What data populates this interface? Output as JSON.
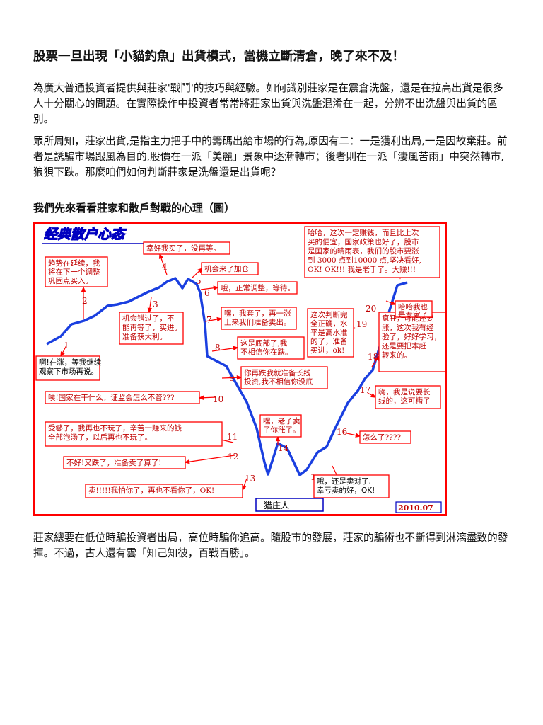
{
  "title": "股票一旦出現「小貓釣魚」出貨模式，當機立斷清倉，晚了來不及！",
  "paragraphs": {
    "p1": "為廣大普通投資者提供與莊家'戰鬥'的技巧與經驗。如何識別莊家是在震倉洗盤，還是在拉高出貨是很多人十分關心的問題。在實際操作中投資者常常將莊家出貨與洗盤混淆在一起，分辨不出洗盤與出貨的區別。",
    "p2": "眾所周知，莊家出貨,是指主力把手中的籌碼出給市場的行為,原因有二：一是獲利出局,一是因故棄莊。前者是誘騙市場跟風為目的,股價在一派「美麗」景象中逐漸轉市；後者則在一派「淒風苦雨」中突然轉市,狼狽下跌。那麼咱們如何判斷莊家是洗盤還是出貨呢？",
    "subtitle": "我們先來看看莊家和散戶對戰的心理（圖）",
    "p3": "莊家總要在低位時騙投資者出局，高位時騙你追高。隨股市的發展，莊家的騙術也不斷得到淋漓盡致的發揮。不過，古人還有雲「知己知彼，百戰百勝」。"
  },
  "figure": {
    "heading": "经典散户心态",
    "hunter": "猎庄人",
    "date": "2010.07",
    "colors": {
      "frame": "#ff0000",
      "curve": "#1a3fe0",
      "box": "#ff0000",
      "heading": "#0000c0"
    },
    "numbers": [
      "1",
      "2",
      "3",
      "4",
      "5",
      "6",
      "7",
      "8",
      "9",
      "10",
      "11",
      "12",
      "13",
      "14",
      "15",
      "16",
      "17",
      "18",
      "19",
      "20"
    ],
    "notes": {
      "n_trend": [
        "趋势在延续，我",
        "将在下一个调整",
        "巩固点买入。"
      ],
      "n_watch": [
        "啊!在涨，等我继续",
        "观察下市场再说。"
      ],
      "n_glad": [
        "幸好我买了，没再等。"
      ],
      "n_missed": [
        "机会错过了，不",
        "能再等了，买进。",
        "准备获大利。"
      ],
      "n_chance": [
        "机会来了加仓"
      ],
      "n_normal": [
        "哦，正常调整，等待。"
      ],
      "n_rise": [
        "嘿，我套了，再一涨",
        "上来我们准备卖出。"
      ],
      "n_bottom": [
        "这是底部了,我",
        "不相信你在跌。"
      ],
      "n_dip": [
        "你再跌我就准备长线",
        "投资,我不相信你没底"
      ],
      "n_csrc": [
        "唉!国家在干什么，证监会怎么不管???"
      ],
      "n_fed": [
        "受够了，我再也不玩了，辛苦一赚来的钱",
        "全部泡汤了，以后再也不玩了。"
      ],
      "n_sell": [
        "不好!又跌了，准备卖了算了!"
      ],
      "n_sold": [
        "卖!!!!!我怕你了，再也不看你了，OK!"
      ],
      "n_hey": [
        "嘿，老子卖",
        "了你涨了。"
      ],
      "n_oh": [
        "哦，还是卖对了,",
        "幸亏卖的好，OK!"
      ],
      "n_what": [
        "怎么了????"
      ],
      "n_ha": [
        "嗨，我是说要长",
        "线的，这可糟了"
      ],
      "n_crazy": [
        "疯狂，可能还要",
        "涨，这次我有经",
        "验了，好好学习，",
        "还是要把本赶",
        "转来的。"
      ],
      "n_judge": [
        "这次判断完",
        "全正确，水",
        "平是高水准",
        "的了，准备",
        "买进，ok!"
      ],
      "n_expert": [
        "哈哈我也",
        "是专家了"
      ],
      "n_big": [
        "哈哈，这次一定赚钱，而且比上次",
        "买的便宜，国家政策也好了，股市",
        "是国家的晴雨表，我们的股市要涨",
        "到 3000 点到10000 点,坚决看好,",
        "OK! OK!!! 我是老手了。大赚!!!"
      ]
    }
  }
}
